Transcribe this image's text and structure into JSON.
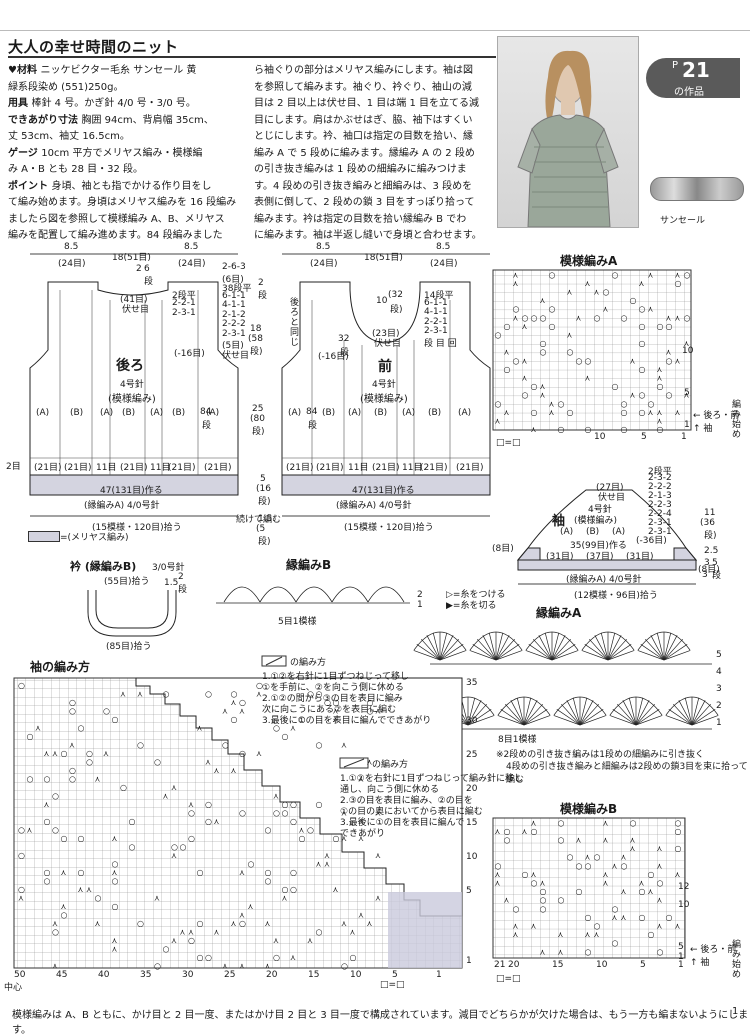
{
  "header": {
    "title": "大人の幸せ時間のニット",
    "badge_prefix": "P",
    "badge_number": "21",
    "badge_sub": "の作品",
    "yarn_label": "サンセール"
  },
  "materials": [
    {
      "label": "♥材料",
      "text": "ニッケビクター毛糸 サンセール 黄"
    },
    {
      "label": "",
      "text": "緑系段染め (551)250g。"
    },
    {
      "label": "用具",
      "text": "棒針 4 号。かぎ針 4/0 号・3/0 号。"
    },
    {
      "label": "できあがり寸法",
      "text": "胸囲 94cm、背肩幅 35cm、"
    },
    {
      "label": "",
      "text": "丈 53cm、袖丈 16.5cm。"
    },
    {
      "label": "ゲージ",
      "text": "10cm 平方でメリヤス編み・模様編"
    },
    {
      "label": "",
      "text": "み A・B とも 28 目・32 段。"
    },
    {
      "label": "ポイント",
      "text": "身頃、袖とも指でかける作り目をし"
    },
    {
      "label": "",
      "text": "て編み始めます。身頃はメリヤス編みを 16 段編み"
    },
    {
      "label": "",
      "text": "ましたら図を参照して模様編み A、B、メリヤス"
    },
    {
      "label": "",
      "text": "編みを配置して編み進めます。84 段編みました"
    }
  ],
  "body_text": [
    "ら袖ぐりの部分はメリヤス編みにします。袖は図",
    "を参照して編みます。袖ぐり、衿ぐり、袖山の減",
    "目は 2 目以上は伏せ目、1 目は端 1 目を立てる減",
    "目にします。肩はかぶせはぎ、脇、袖下はすくい",
    "とじにします。衿、袖口は指定の目数を拾い、縁",
    "編み A で 5 段めに編みます。縁編み A の 2 段め",
    "の引き抜き編みは 1 段めの細編みに編みつけま",
    "す。4 段めの引き抜き編みと細編みは、3 段めを",
    "表側に倒して、2 段めの鎖 3 目をすっぽり拾って",
    "編みます。衿は指定の目数を拾い縁編み B でわ",
    "に編みます。袖は半返し縫いで身頃と合わせます。"
  ],
  "back": {
    "top_dims": [
      "8.5",
      "(24目)",
      "18(51目)",
      "8.5",
      "(24目)"
    ],
    "neck": [
      "2",
      "6",
      "段",
      "(41目)",
      "伏せ目",
      "2段平",
      "2-2-1",
      "2-3-1"
    ],
    "right_col": [
      "2-6-3",
      "(6目)",
      "38段平",
      "6-1-1",
      "4-1-1",
      "2-1-2",
      "2-2-2",
      "2-3-1",
      "(5目)",
      "伏せ目"
    ],
    "label_main": "後ろ",
    "needle": "4号針",
    "pattern": "(模様編み)",
    "cols": [
      "(A)",
      "(B)",
      "(A)",
      "(B)",
      "(A)",
      "(B)",
      "(A)"
    ],
    "bottom_cols": [
      "(21目)",
      "(21目)",
      "11目",
      "(21目)",
      "11目",
      "(21目)",
      "(21目)"
    ],
    "dec": "(-16目)",
    "side_84": [
      "84",
      "段"
    ],
    "cast": "47(131目)作る",
    "rib": "(縁編みA) 4/0号針",
    "pickup": "(15模様・120目)拾う",
    "legend": "=(メリヤス編み)",
    "edge": "2目"
  },
  "center": {
    "dims": [
      "2",
      "段",
      "18",
      "(58",
      "段)",
      "25",
      "(80",
      "段)",
      "5",
      "(16",
      "段)",
      "1.5",
      "(5",
      "段)"
    ],
    "label": "続けて編む"
  },
  "front": {
    "top_dims": [
      "8.5",
      "(24目)",
      "18(51目)",
      "8.5",
      "(24目)"
    ],
    "side": [
      "後ろと",
      "同じ"
    ],
    "neck": [
      "10",
      "(32",
      "段)",
      "(23目)",
      "伏せ目"
    ],
    "right_col": [
      "14段平",
      "6-1-1",
      "4-1-1",
      "2-2-1",
      "2-3-1",
      "段 目 回"
    ],
    "side_32": [
      "32",
      "段"
    ],
    "dec": "(-16目)",
    "label_main": "前",
    "needle": "4号針",
    "pattern": "(模様編み)",
    "side_84": [
      "84",
      "段"
    ],
    "cols": [
      "(A)",
      "(B)",
      "(A)",
      "(B)",
      "(A)",
      "(B)",
      "(A)"
    ],
    "bottom_cols": [
      "(21目)",
      "(21目)",
      "11目",
      "(21目)",
      "11目",
      "(21目)",
      "(21目)"
    ],
    "cast": "47(131目)作る",
    "rib": "(縁編みA) 4/0号針",
    "pickup": "(15模様・120目)拾う"
  },
  "sleeve": {
    "top": [
      "(27目)",
      "伏せ目"
    ],
    "right": [
      "2段平",
      "2-3-2",
      "2-2-2",
      "2-1-3",
      "2-2-3",
      "2-2-4",
      "2-3-1",
      "2-3-1"
    ],
    "label": "袖",
    "needle": "4号針",
    "pattern": "(模様編み)",
    "cols": [
      "(A)",
      "(B)",
      "(A)"
    ],
    "mid": "35(99目)作る",
    "bottom": [
      "(31目)",
      "(37目)",
      "(31目)"
    ],
    "dec": "(-36目)",
    "left": "(8目)",
    "right_8": "(8目)",
    "rib": "(縁編みA) 4/0号針",
    "pickup": "(12模様・96目)拾う",
    "dims": [
      "11",
      "(36",
      "段)",
      "2.5",
      "3",
      "3",
      "5",
      "段"
    ]
  },
  "pattern_a": {
    "title": "模様編みA",
    "rows_label": "← 後ろ・前",
    "sleeve_label": "↑ 袖",
    "side": "編み始め",
    "ticks_x": [
      "10",
      "5",
      "1"
    ],
    "ticks_y": [
      "10",
      "5",
      "1"
    ],
    "legend": "□=□"
  },
  "collar": {
    "title": "衿 (縁編みB)",
    "hook": "3/0号針",
    "top": "(55目)拾う",
    "bottom": "(85目)拾う",
    "dims": [
      "1.5",
      "2",
      "段"
    ]
  },
  "rib_b": {
    "title": "縁編みB",
    "repeat": "5目1模様",
    "rows": [
      "2",
      "1"
    ],
    "legend1": "▷=糸をつける",
    "legend2": "▶=糸を切る"
  },
  "rib_a": {
    "title": "縁編みA",
    "repeat": "8目1模様",
    "rows": [
      "5",
      "4",
      "3",
      "2",
      "1"
    ],
    "note1": "※2段めの引き抜き編みは1段めの細編みに引き抜く",
    "note2": "4段めの引き抜き編みと細編みは2段めの鎖3目を束に拾って編む"
  },
  "sleeve_chart": {
    "title": "袖の編み方",
    "rows": [
      "35",
      "30",
      "25",
      "20",
      "15",
      "10",
      "5",
      "1"
    ],
    "cols": [
      "50",
      "45",
      "40",
      "35",
      "30",
      "25",
      "20",
      "15",
      "10",
      "5",
      "1"
    ],
    "center": "中心",
    "legend": "□=□"
  },
  "howto1": {
    "title": "の編み方",
    "steps": [
      "1.①②を右針に1目ずつねじって移し",
      "①を手前に、②を向こう側に休める",
      "2.①②の間から③の目を表目に編み",
      "次に向こうにある②を表目に編む",
      "3.最後に①の目を表目に編んでできあがり"
    ]
  },
  "howto2": {
    "title": "の編み方",
    "steps": [
      "1.①②を右針に1目ずつねじって編み針に移し",
      "通し、向こう側に休める",
      "2.③の目を表目に編み、②の目を",
      "①の目の奥においてから表目に編む",
      "3.最後に①の目を表目に編んで",
      "できあがり"
    ]
  },
  "pattern_b": {
    "title": "模様編みB",
    "rows_label": "← 後ろ・前",
    "sleeve_label": "↑ 袖",
    "side": "編み始め",
    "ticks_x": [
      "21",
      "20",
      "15",
      "10",
      "5",
      "1"
    ],
    "ticks_y": [
      "12",
      "10",
      "5",
      "1"
    ],
    "legend": "□=□"
  },
  "footer": {
    "note": "模様編みは A、B ともに、かけ目と 2 目一度、またはかけ目 2 目と 3 目一度で構成されています。減目でどちらかが欠けた場合は、もう一方も編まないようにします。",
    "page": "1"
  }
}
